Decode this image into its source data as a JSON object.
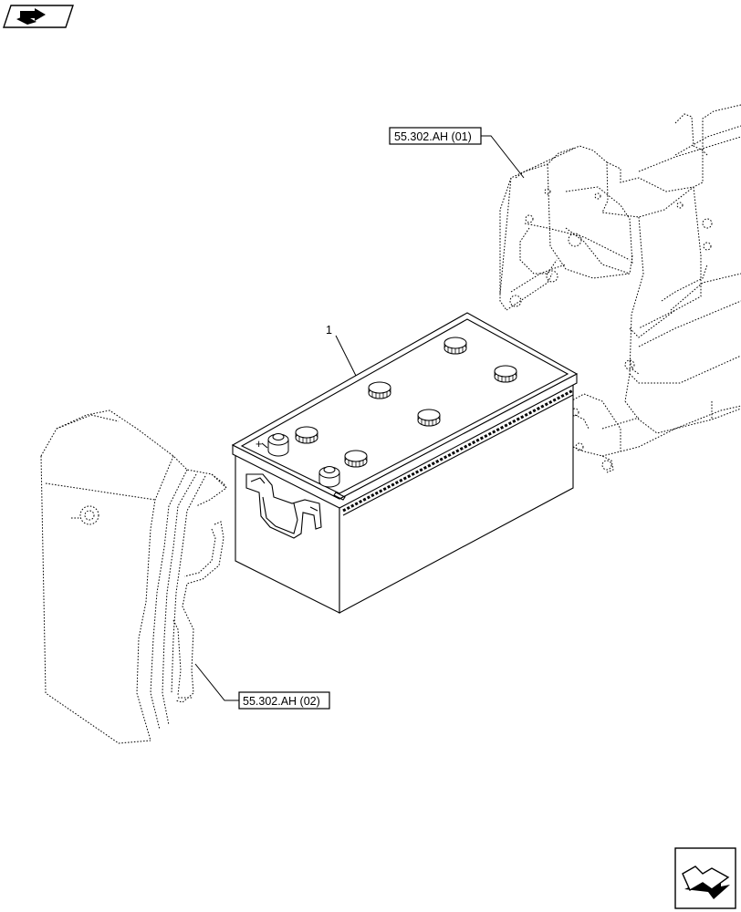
{
  "callouts": {
    "frame_ref": "55.302.AH (01)",
    "cover_ref": "55.302.AH (02)",
    "battery_item": "1",
    "polarity_symbol": "+"
  },
  "icons": {
    "top_left": "book-arrow-icon",
    "bottom_right": "next-page-arrow-icon"
  }
}
